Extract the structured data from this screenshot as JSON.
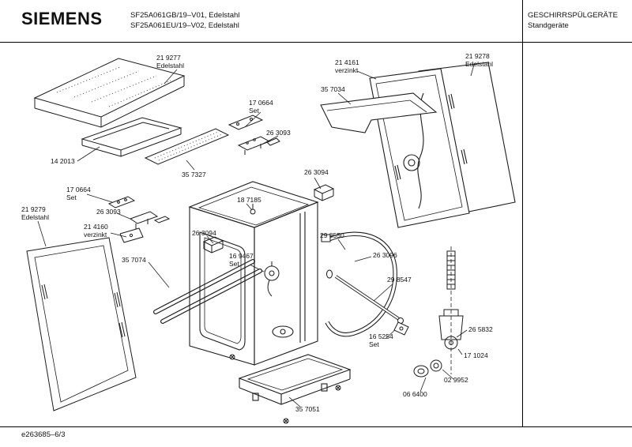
{
  "header": {
    "brand": "SIEMENS",
    "model_line1": "SF25A061GB/19–V01, Edelstahl",
    "model_line2": "SF25A061EU/19–V02, Edelstahl",
    "category_line1": "GESCHIRRSPÜLGERÄTE",
    "category_line2": "Standgeräte"
  },
  "footer": {
    "doc_number": "e263685–6/3"
  },
  "colors": {
    "ink": "#1c1c1c",
    "background": "#ffffff"
  },
  "labels": [
    {
      "line1": "21 9277",
      "line2": "Edelstahl"
    },
    {
      "line1": "21 4161",
      "line2": "verzinkt"
    },
    {
      "line1": "21 9278",
      "line2": "Edelstahl"
    },
    {
      "line1": "35 7034"
    },
    {
      "line1": "17 0664",
      "line2": "Set"
    },
    {
      "line1": "26 3093"
    },
    {
      "line1": "14 2013"
    },
    {
      "line1": "35 7327"
    },
    {
      "line1": "26 3094"
    },
    {
      "line1": "17 0664",
      "line2": "Set"
    },
    {
      "line1": "18 7185"
    },
    {
      "line1": "26 3093"
    },
    {
      "line1": "21 9279",
      "line2": "Edelstahl"
    },
    {
      "line1": "21 4160",
      "line2": "verzinkt"
    },
    {
      "line1": "26 3094"
    },
    {
      "line1": "29 8550"
    },
    {
      "line1": "26 3096"
    },
    {
      "line1": "35 7074"
    },
    {
      "line1": "16 9467",
      "line2": "Set"
    },
    {
      "line1": "29 8547"
    },
    {
      "line1": "26 5832"
    },
    {
      "line1": "16 5254",
      "line2": "Set"
    },
    {
      "line1": "17 1024"
    },
    {
      "line1": "02 9952"
    },
    {
      "line1": "06 6400"
    },
    {
      "line1": "35 7051"
    }
  ]
}
